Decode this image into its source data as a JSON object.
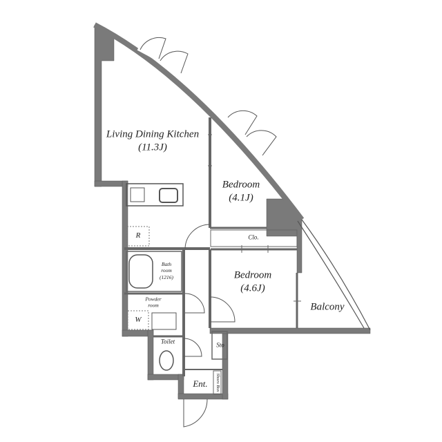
{
  "floorplan": {
    "rooms": {
      "ldk": {
        "name": "Living Dining Kitchen",
        "size": "(11.3J)"
      },
      "bedroom1": {
        "name": "Bedroom",
        "size": "(4.1J)"
      },
      "bedroom2": {
        "name": "Bedroom",
        "size": "(4.6J)"
      },
      "closet": {
        "name": "Clo."
      },
      "balcony": {
        "name": "Balcony"
      },
      "bathroom": {
        "line1": "Bath",
        "line2": "room",
        "line3": "(1216)"
      },
      "powder": {
        "line1": "Powder",
        "line2": "room"
      },
      "toilet": {
        "name": "Toilet"
      },
      "storage": {
        "name": "Sto"
      },
      "entrance": {
        "name": "Ent."
      },
      "shoebox": {
        "name": "Shoes Box"
      }
    },
    "fixtures": {
      "refrigerator": "R",
      "washer": "W"
    },
    "colors": {
      "wall": "#7a7a7a",
      "line": "#555555",
      "background": "#ffffff"
    }
  }
}
